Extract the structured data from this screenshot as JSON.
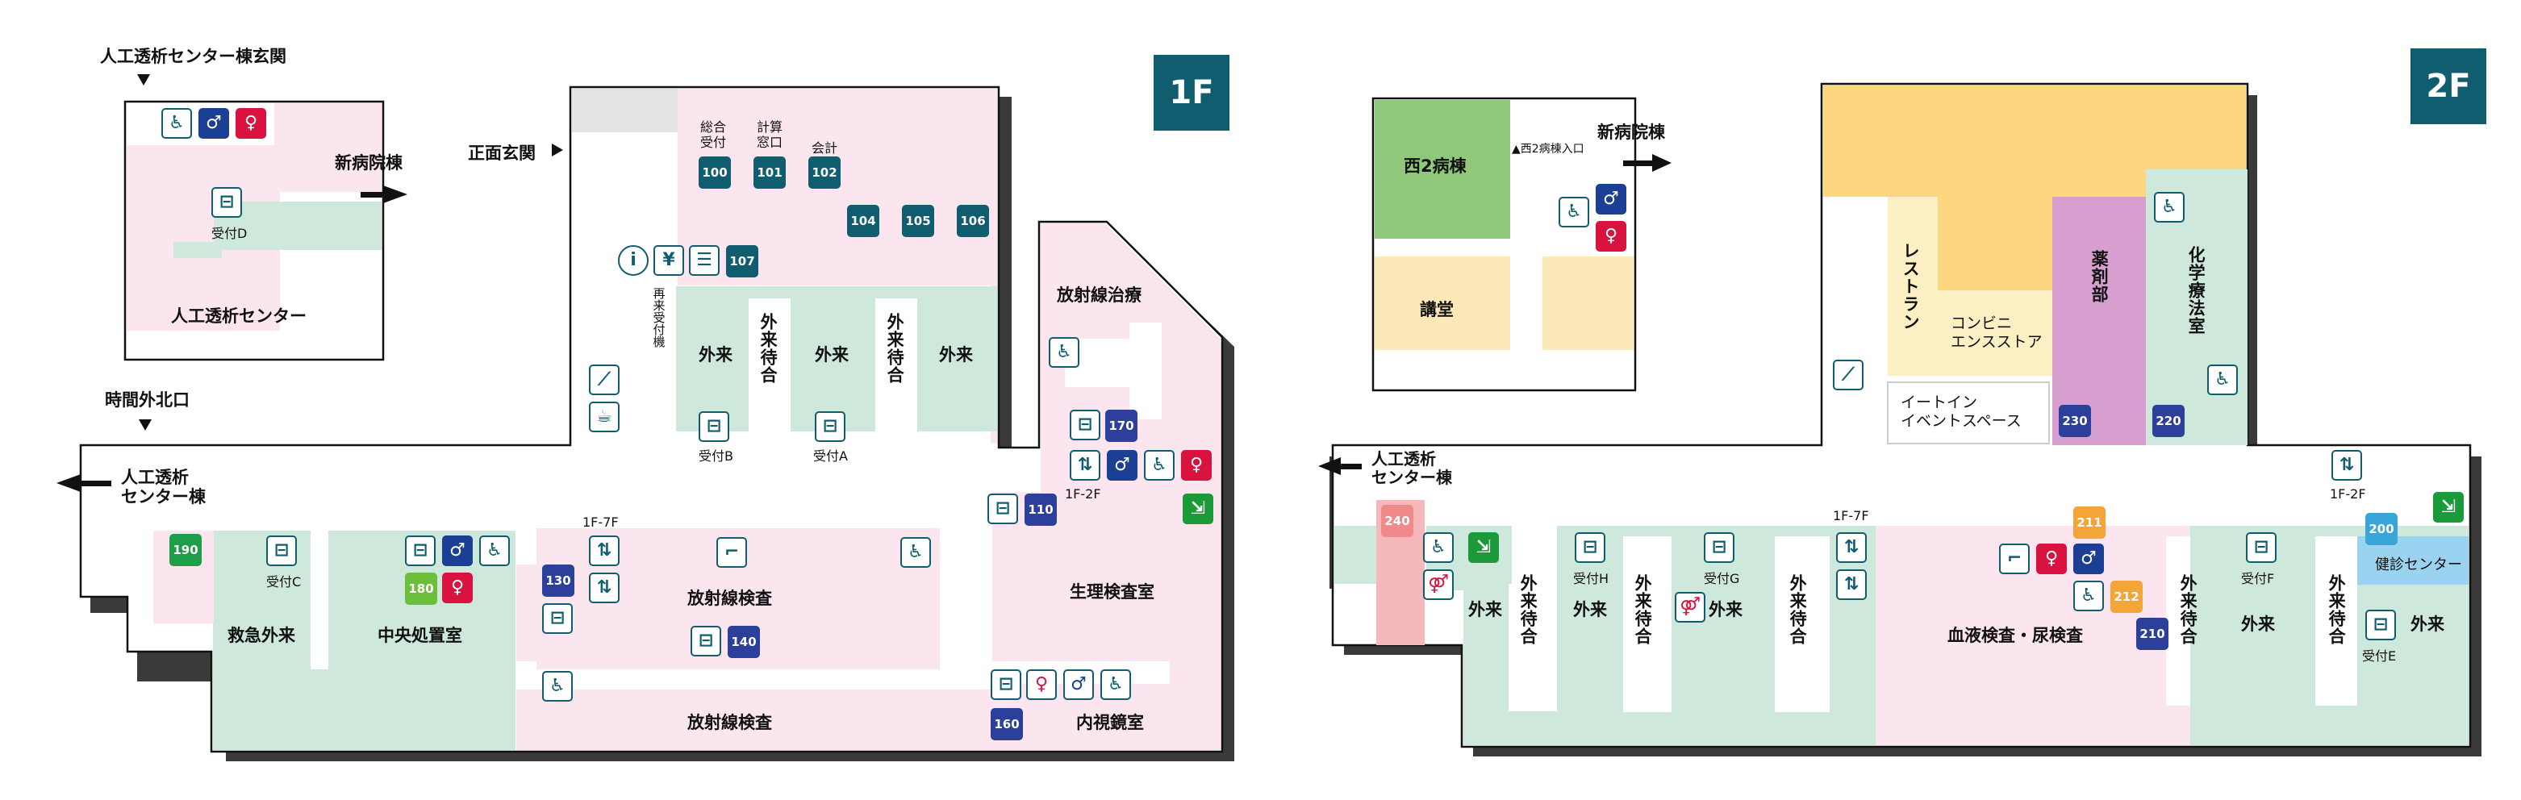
{
  "colors": {
    "teal": "#0f5d6e",
    "pink_area": "#fbe6ef",
    "green_area": "#cfe8dc",
    "yellow_area": "#fde9b7",
    "light_yellow": "#fcefc4",
    "purple": "#d79fcf",
    "green_ward": "#8fc87a",
    "navy_room": "#2c3f9a",
    "orange_room": "#f3a53a",
    "cyan_room": "#3aa6d8",
    "salmon_room": "#f4b0b0"
  },
  "floor1": {
    "badge": "1F",
    "labels": {
      "dialysis_entrance": "人工透析センター棟玄関",
      "new_building": "新病院棟",
      "reception_d": "受付D",
      "dialysis_center": "人工透析センター",
      "front_entrance": "正面玄関",
      "general_reception": "総合\n受付",
      "billing": "計算\n窓口",
      "accounting": "会計",
      "reissue_machine": "再来受付機",
      "outpatient": "外来",
      "outpatient_waiting": "外来待合",
      "reception_b": "受付B",
      "reception_a": "受付A",
      "radiation_therapy": "放射線治療",
      "night_north_exit": "時間外北口",
      "to_dialysis_building": "人工透析\nセンター棟",
      "reception_c": "受付C",
      "emergency_outpatient": "救急外来",
      "central_treatment": "中央処置室",
      "elevator_1f7f": "1F-7F",
      "elevator_1f2f": "1F-2F",
      "radiology_exam": "放射線検査",
      "physiology_lab": "生理検査室",
      "endoscopy": "内視鏡室"
    },
    "rooms": [
      "100",
      "101",
      "102",
      "104",
      "105",
      "106",
      "107",
      "170",
      "110",
      "190",
      "180",
      "130",
      "140",
      "160"
    ]
  },
  "floor2": {
    "badge": "2F",
    "labels": {
      "west2_ward": "西2病棟",
      "west2_entrance": "▲西2病棟入口",
      "new_building": "新病院棟",
      "auditorium": "講堂",
      "restaurant": "レストラン",
      "convenience": "コンビニ\nエンスストア",
      "pharmacy": "薬剤部",
      "chemo": "化学療法室",
      "eat_in": "イートイン\nイベントスペース",
      "to_dialysis_building": "人工透析\nセンター棟",
      "elevator_1f7f": "1F-7F",
      "elevator_1f2f": "1F-2F",
      "outpatient": "外来",
      "outpatient_waiting": "外来待合",
      "reception_h": "受付H",
      "reception_g": "受付G",
      "reception_f": "受付F",
      "reception_e": "受付E",
      "blood_urine": "血液検査・尿検査",
      "checkup_center": "健診センター"
    },
    "rooms": [
      "230",
      "220",
      "240",
      "211",
      "212",
      "210",
      "200"
    ]
  },
  "icons": [
    "wheelchair-icon",
    "male-toilet-icon",
    "female-toilet-icon",
    "reception-desk-icon",
    "information-icon",
    "atm-icon",
    "machine-icon",
    "escalator-icon",
    "cafe-icon",
    "elevator-icon",
    "emergency-exit-icon",
    "stairs-icon"
  ]
}
